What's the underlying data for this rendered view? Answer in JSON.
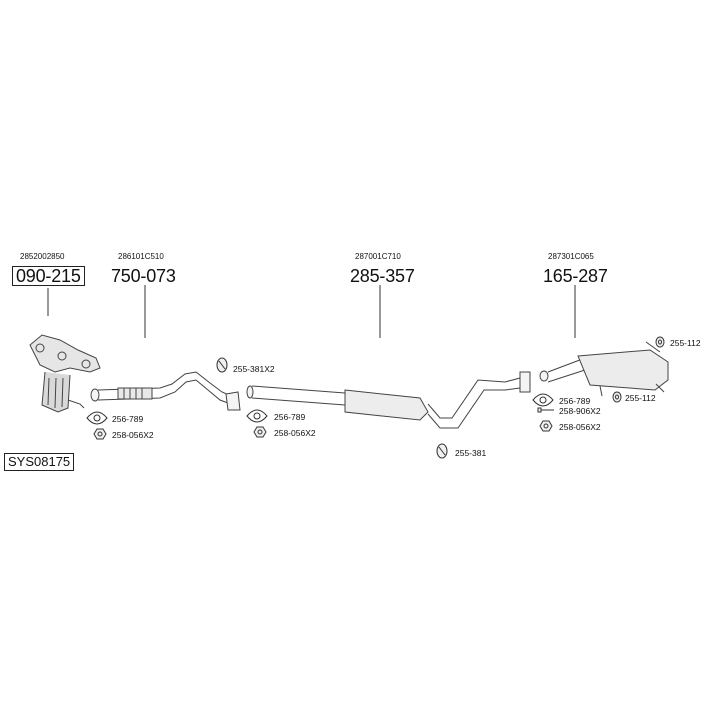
{
  "diagram": {
    "system_code": "SYS08175",
    "components": [
      {
        "oem": "2852002850",
        "part": "090-215"
      },
      {
        "oem": "286101C510",
        "part": "750-073"
      },
      {
        "oem": "287001C710",
        "part": "285-357"
      },
      {
        "oem": "287301C065",
        "part": "165-287"
      }
    ],
    "fittings": [
      {
        "code": "255-381X2"
      },
      {
        "code": "256-789"
      },
      {
        "code": "258-056X2"
      },
      {
        "code": "256-789"
      },
      {
        "code": "258-056X2"
      },
      {
        "code": "255-381"
      },
      {
        "code": "255-112"
      },
      {
        "code": "256-789"
      },
      {
        "code": "258-906X2"
      },
      {
        "code": "255-112"
      },
      {
        "code": "258-056X2"
      }
    ]
  }
}
